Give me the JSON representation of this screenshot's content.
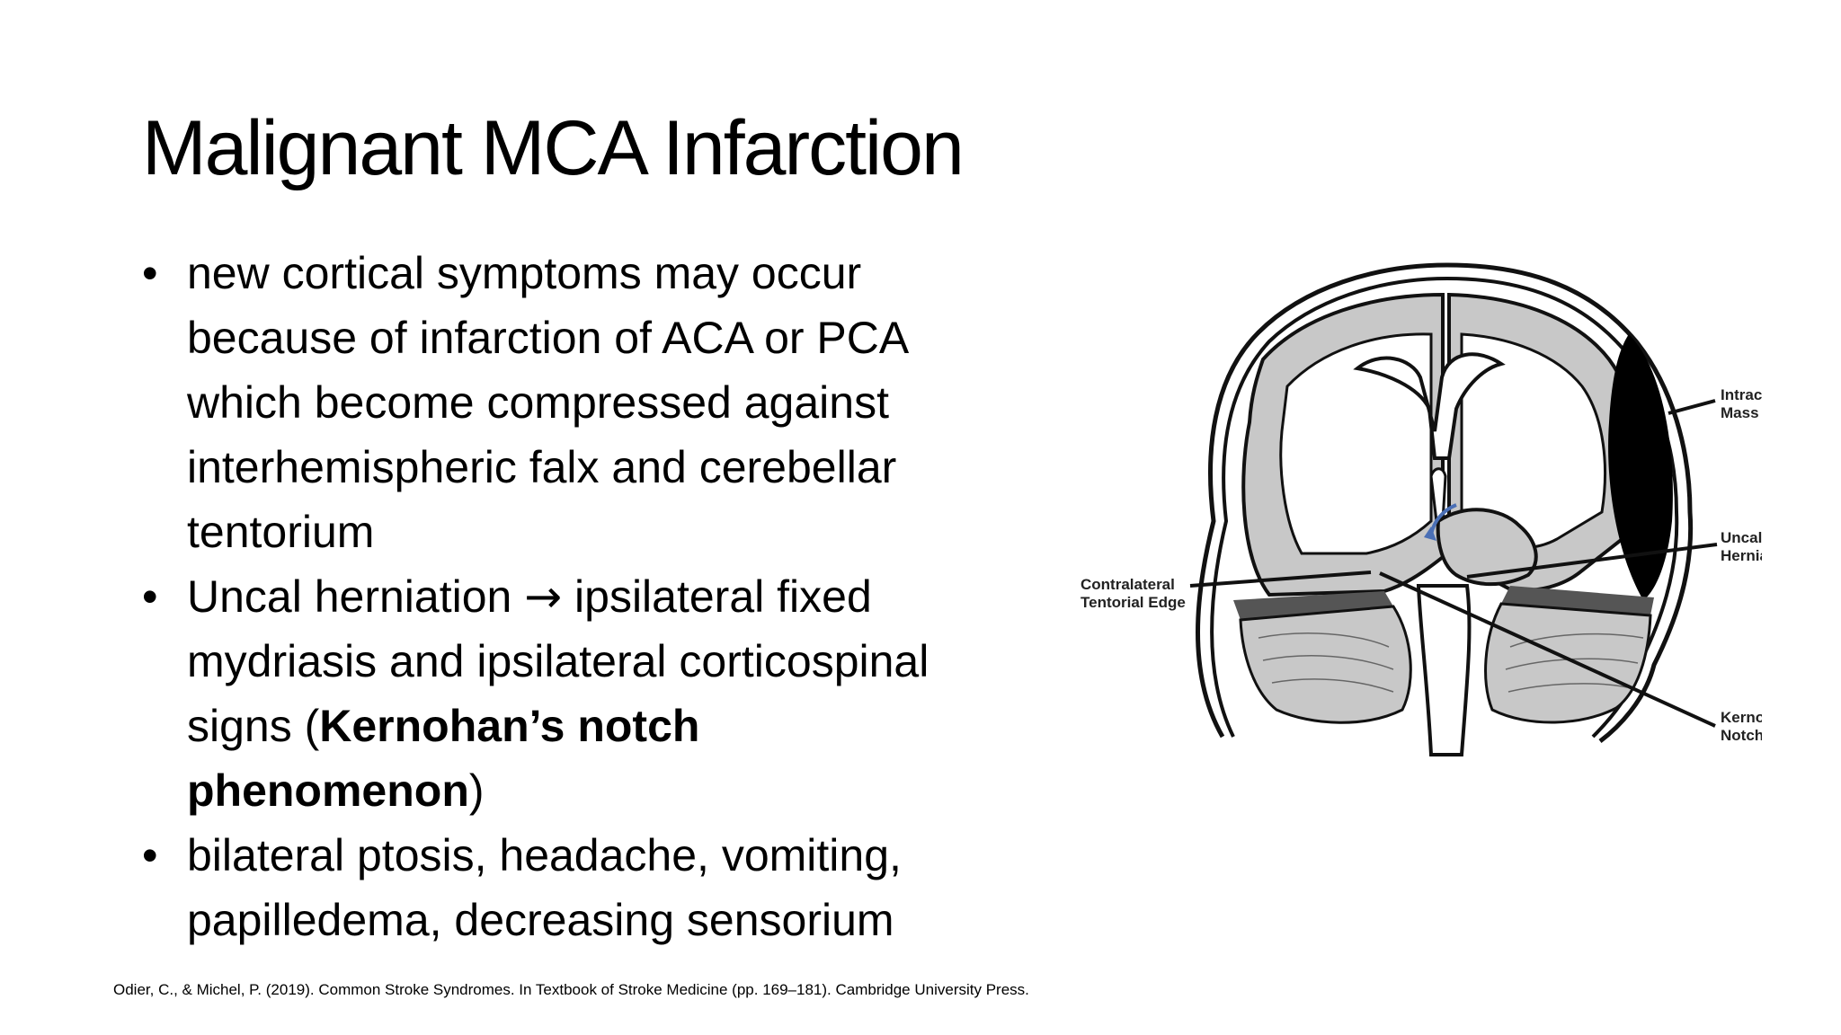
{
  "slide": {
    "title": "Malignant MCA Infarction",
    "bullet_glyph": "•",
    "bullets": [
      {
        "lines": [
          "new cortical symptoms may occur",
          "because of infarction of ACA or PCA",
          "which become compressed against",
          "interhemispheric falx and cerebellar",
          "tentorium"
        ]
      },
      {
        "line1_a": "Uncal herniation ",
        "arrow": "→",
        "line1_b": " ipsilateral fixed",
        "line2": "mydriasis and ipsilateral corticospinal",
        "line3_a": "signs (",
        "line3_bold": "Kernohan’s notch",
        "line4_bold": "phenomenon",
        "line4_b": ")"
      },
      {
        "lines": [
          "bilateral ptosis, headache, vomiting,",
          "papilledema, decreasing sensorium"
        ]
      }
    ],
    "citation": "Odier, C., & Michel, P. (2019). Common Stroke Syndromes. In Textbook of Stroke Medicine (pp. 169–181). Cambridge University Press."
  },
  "diagram": {
    "labels": {
      "intracranial_mass": [
        "Intracranial",
        "Mass"
      ],
      "uncal_herniation": [
        "Uncal",
        "Herniation"
      ],
      "contralateral_edge": [
        "Contralateral",
        "Tentorial Edge"
      ],
      "kernohans_notch": [
        "Kernohan’s",
        "Notch"
      ]
    },
    "colors": {
      "brain_fill": "#c8c8c8",
      "outline": "#111111",
      "mass": "#000000",
      "arrow": "#4a6fb5",
      "tentorium": "#555555"
    }
  }
}
